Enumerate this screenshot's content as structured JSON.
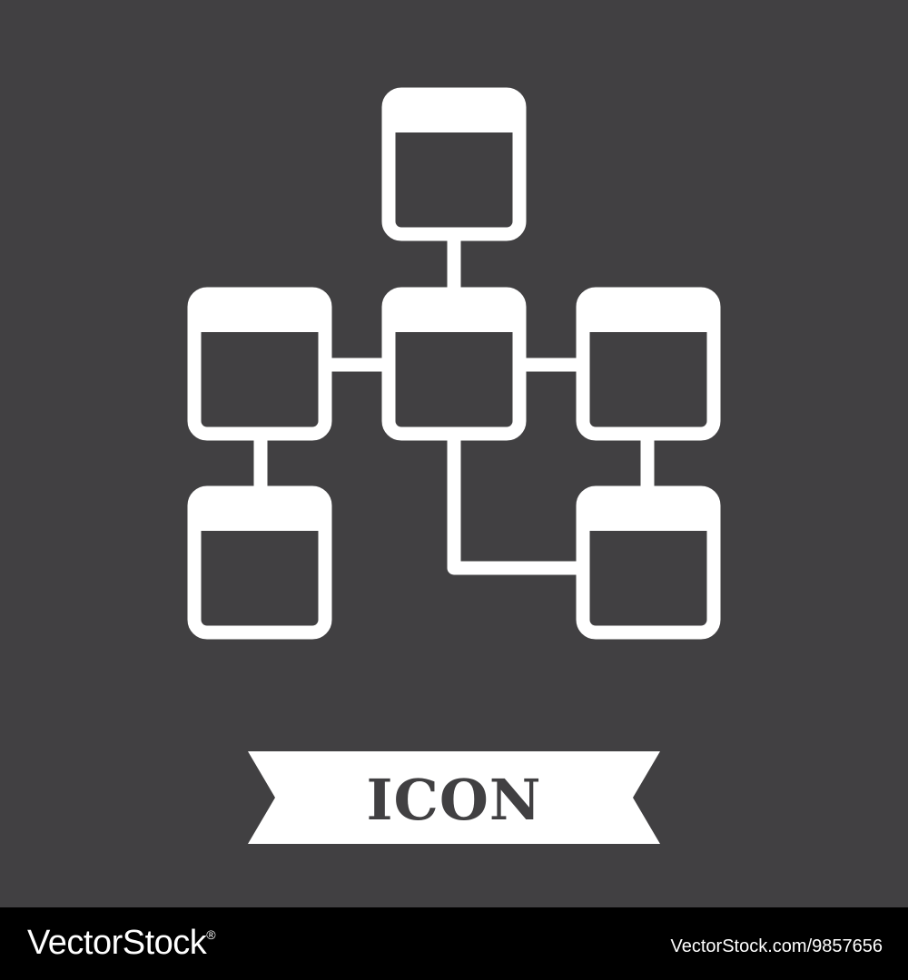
{
  "icon": {
    "name": "database-schema-icon",
    "foreground_color": "#ffffff",
    "background_color": "#414042"
  },
  "ribbon": {
    "label": "ICON",
    "fill_color": "#ffffff",
    "text_color": "#414042"
  },
  "footer": {
    "logo_text": "VectorStock",
    "logo_mark": "®",
    "image_id": "VectorStock.com/9857656",
    "background_color": "#000000"
  }
}
